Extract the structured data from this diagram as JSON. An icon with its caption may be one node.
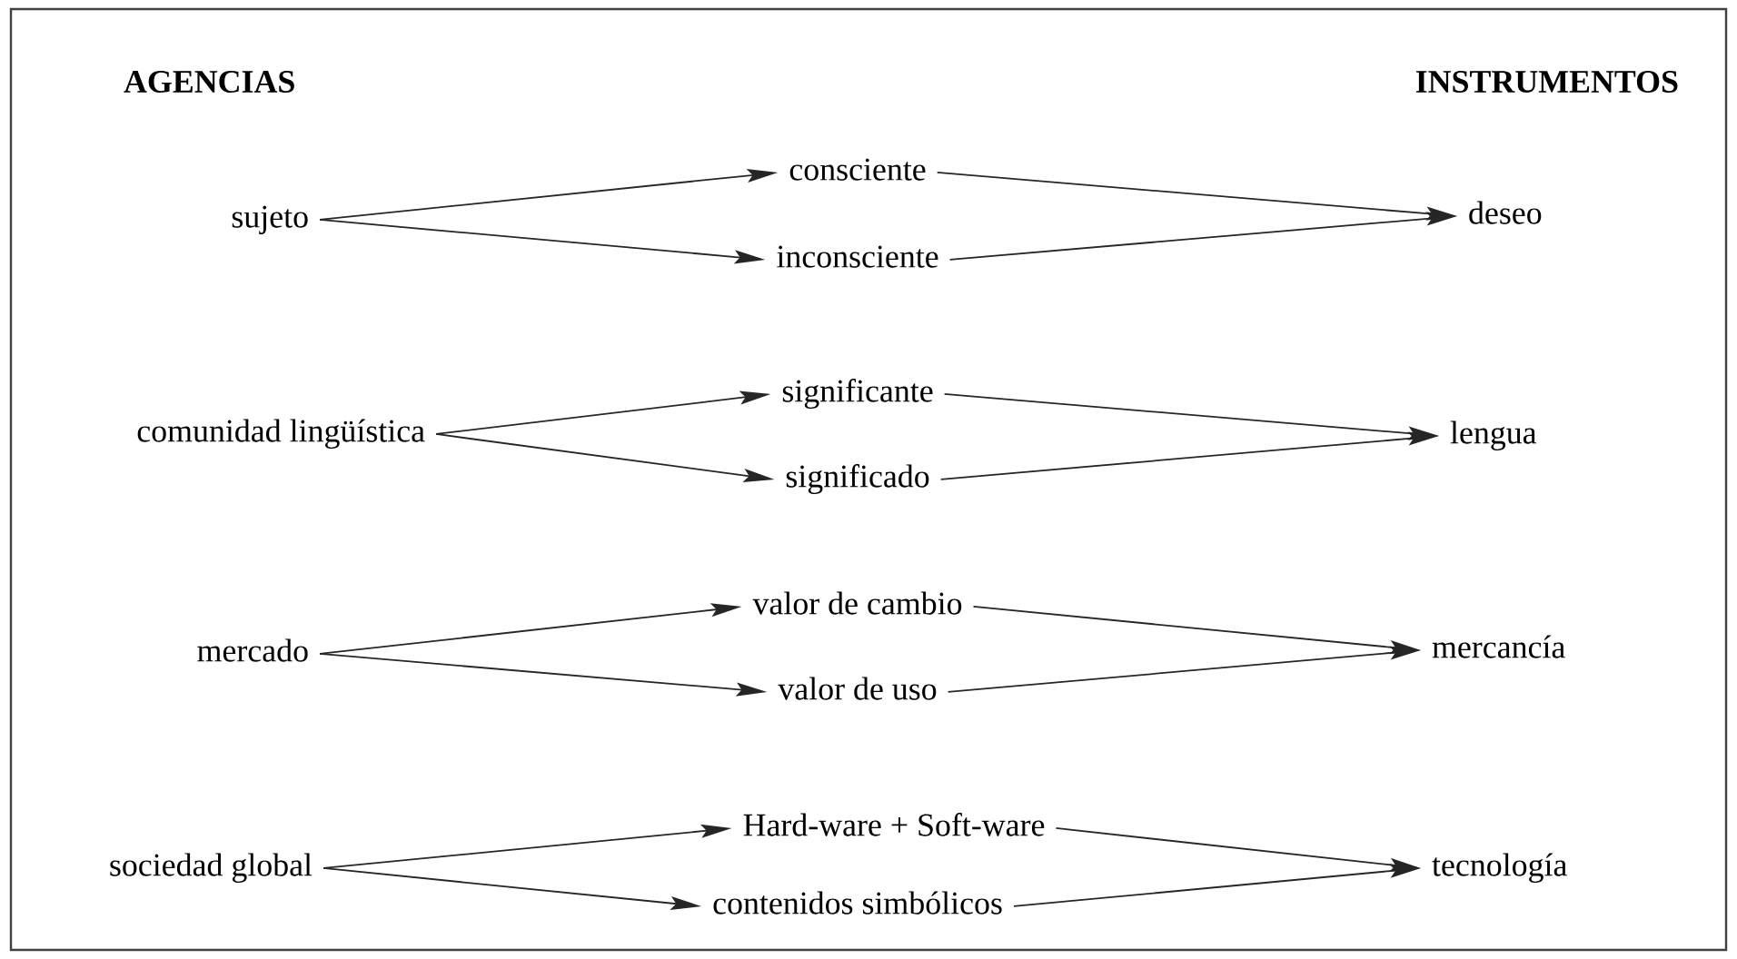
{
  "diagram": {
    "nodes": [
      {
        "text": [
          "sujeto"
        ]
      },
      {
        "text": [
          "consciente"
        ]
      },
      {
        "text": [
          "inconsciente"
        ]
      },
      {
        "text": [
          "deseo"
        ]
      },
      {
        "text": [
          "comunidad lingüística"
        ]
      },
      {
        "text": [
          "significante"
        ]
      },
      {
        "text": [
          "significado"
        ]
      },
      {
        "text": [
          "lengua"
        ]
      },
      {
        "text": [
          "mercado"
        ]
      },
      {
        "text": [
          "valor de cambio"
        ]
      },
      {
        "text": [
          "valor de uso"
        ]
      },
      {
        "text": [
          "mercancía"
        ]
      },
      {
        "text": [
          "sociedad global"
        ]
      },
      {
        "text": [
          "Hard-ware + Soft-ware"
        ]
      },
      {
        "text": [
          "contenidos simbólicos"
        ]
      },
      {
        "text": [
          "tecnología"
        ]
      }
    ],
    "edges": [
      {
        "from": 0,
        "to": 1,
        "arrow": "to"
      },
      {
        "from": 0,
        "to": 2,
        "arrow": "to"
      },
      {
        "from": 1,
        "to": 3,
        "arrow": "to"
      },
      {
        "from": 2,
        "to": 3,
        "arrow": "to"
      },
      {
        "from": 4,
        "to": 5,
        "arrow": "to"
      },
      {
        "from": 4,
        "to": 6,
        "arrow": "to"
      },
      {
        "from": 5,
        "to": 7,
        "arrow": "to"
      },
      {
        "from": 6,
        "to": 7,
        "arrow": "to"
      },
      {
        "from": 8,
        "to": 9,
        "arrow": "to"
      },
      {
        "from": 8,
        "to": 10,
        "arrow": "to"
      },
      {
        "from": 9,
        "to": 11,
        "arrow": "to"
      },
      {
        "from": 10,
        "to": 11,
        "arrow": "to"
      },
      {
        "from": 12,
        "to": 13,
        "arrow": "to"
      },
      {
        "from": 12,
        "to": 14,
        "arrow": "to"
      },
      {
        "from": 13,
        "to": 15,
        "arrow": "to"
      },
      {
        "from": 14,
        "to": 15,
        "arrow": "to"
      }
    ],
    "labels": [
      "AGENCIAS",
      "INSTRUMENTOS"
    ]
  }
}
